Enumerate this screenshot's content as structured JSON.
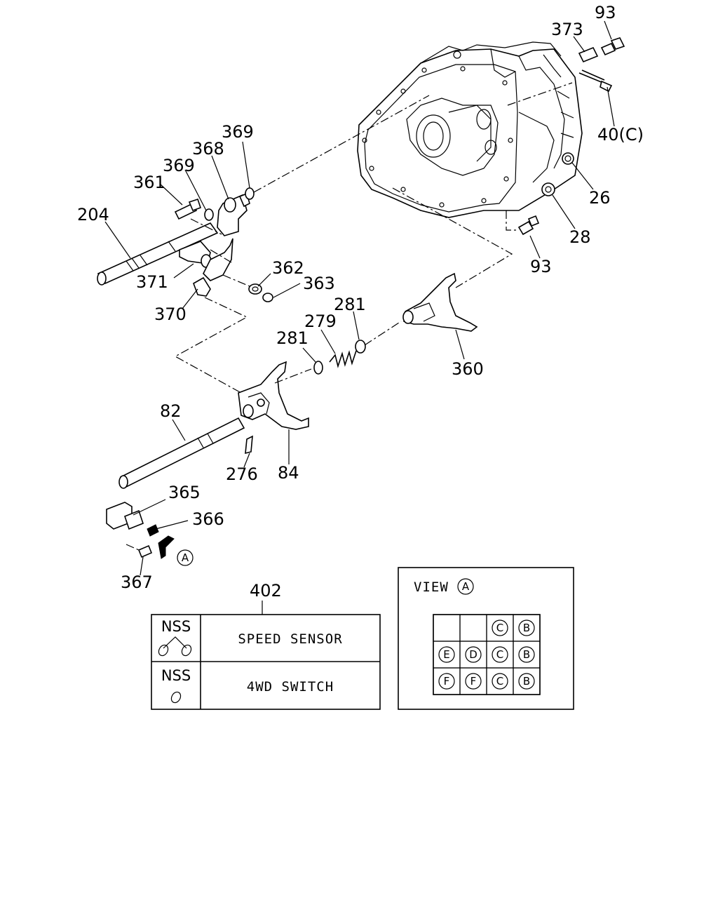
{
  "labels": {
    "p93a": "93",
    "p373": "373",
    "p40c": "40(C)",
    "p369a": "369",
    "p368": "368",
    "p369b": "369",
    "p361": "361",
    "p204": "204",
    "p26": "26",
    "p28": "28",
    "p93b": "93",
    "p362": "362",
    "p363": "363",
    "p371": "371",
    "p370": "370",
    "p281a": "281",
    "p279": "279",
    "p281b": "281",
    "p360": "360",
    "p82": "82",
    "p276": "276",
    "p84": "84",
    "p365": "365",
    "p366": "366",
    "p367": "367",
    "p402": "402",
    "viewA": "A"
  },
  "legend_table": {
    "rows": [
      {
        "code": "NSS",
        "description": "SPEED SENSOR"
      },
      {
        "code": "NSS",
        "description": "4WD SWITCH"
      }
    ]
  },
  "view_box": {
    "title": "VIEW",
    "title_marker": "A",
    "grid": [
      [
        "",
        "",
        "C",
        "B"
      ],
      [
        "E",
        "D",
        "C",
        "B"
      ],
      [
        "F",
        "F",
        "C",
        "B"
      ]
    ]
  }
}
